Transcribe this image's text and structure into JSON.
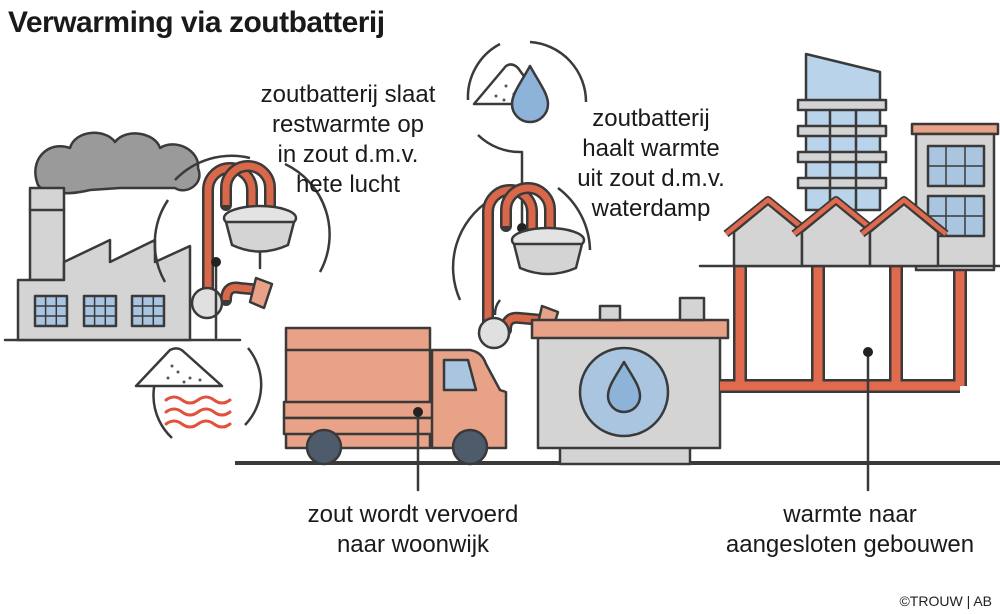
{
  "title": "Verwarming via zoutbatterij",
  "labels": {
    "store": [
      "zoutbatterij slaat",
      "restwarmte op",
      "in zout d.m.v.",
      "hete lucht"
    ],
    "extract": [
      "zoutbatterij",
      "haalt warmte",
      "uit zout d.m.v.",
      "waterdamp"
    ],
    "truck": [
      "zout wordt vervoerd",
      "naar woonwijk"
    ],
    "heat": [
      "warmte naar",
      "aangesloten gebouwen"
    ]
  },
  "credit": "©TROUW | AB",
  "colors": {
    "outline": "#3a3a3a",
    "building_gray": "#d4d4d4",
    "salmon": "#e8a287",
    "copper": "#d9674a",
    "pipe_red": "#e06a4e",
    "sky_blue": "#b9d3ea",
    "water_blue": "#8db3d9",
    "wave_red": "#e0523b"
  },
  "icons": [
    "factory-icon",
    "smoke-cloud-icon",
    "salt-pile-icon",
    "heat-waves-icon",
    "water-drop-icon",
    "truck-icon",
    "battery-tank-icon",
    "apartment-building-icon",
    "house-icon",
    "heating-pipe-icon"
  ]
}
